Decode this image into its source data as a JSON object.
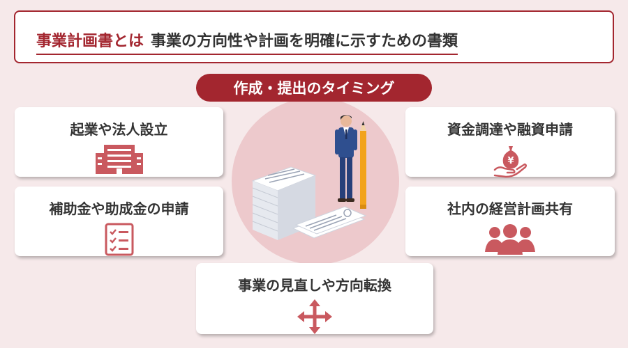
{
  "header": {
    "accent": "事業計画書とは",
    "text": "事業の方向性や計画を明確に示すための書類"
  },
  "timing": {
    "label": "作成・提出のタイミング"
  },
  "cards": [
    {
      "title": "起業や法人設立",
      "icon": "building-icon"
    },
    {
      "title": "補助金や助成金の申請",
      "icon": "checklist-icon"
    },
    {
      "title": "資金調達や融資申請",
      "icon": "money-hand-icon"
    },
    {
      "title": "社内の経営計画共有",
      "icon": "people-icon"
    },
    {
      "title": "事業の見直しや方向転換",
      "icon": "move-arrows-icon"
    }
  ],
  "colors": {
    "accent": "#a3262f",
    "icon": "#c9595f",
    "background": "#f6e9ea",
    "circle": "#edc9cc"
  },
  "illustration": {
    "currency_symbol": "¥"
  }
}
